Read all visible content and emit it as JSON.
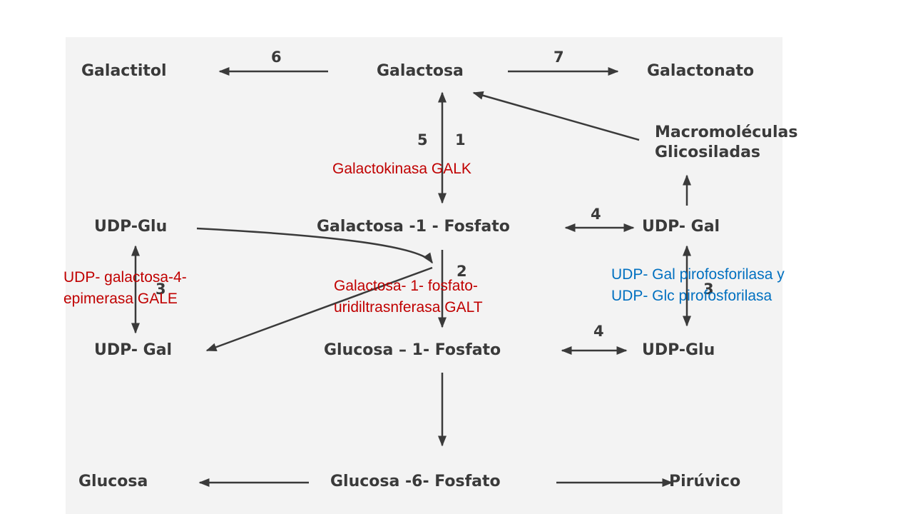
{
  "nodes": {
    "galactitol": "Galactitol",
    "galactosa": "Galactosa",
    "galactonato": "Galactonato",
    "macromoleculas_line1": "Macromoléculas",
    "macromoleculas_line2": "Glicosiladas",
    "udp_glu_left": "UDP-Glu",
    "galactosa_1_fosfato": "Galactosa -1 - Fosfato",
    "udp_gal_right": "UDP- Gal",
    "udp_gal_left": "UDP- Gal",
    "glucosa_1_fosfato": "Glucosa – 1- Fosfato",
    "udp_glu_right": "UDP-Glu",
    "glucosa": "Glucosa",
    "glucosa_6_fosfato": "Glucosa -6- Fosfato",
    "piruvico": "Pirúvico"
  },
  "step_numbers": {
    "n6": "6",
    "n7": "7",
    "n5": "5",
    "n1": "1",
    "n4_top": "4",
    "n3_left": "3",
    "n2": "2",
    "n3_right": "3",
    "n4_bottom": "4"
  },
  "annotations": {
    "galk": "Galactokinasa GALK",
    "gale_line1": "UDP- galactosa-4-",
    "gale_line2": "epimerasa GALE",
    "galt_line1": "Galactosa- 1- fosfato-",
    "galt_line2": "uridiltrasnferasa GALT",
    "pirofos_line1": "UDP- Gal pirofosforilasa y",
    "pirofos_line2": "UDP- Glc pirofosforilasa"
  },
  "colors": {
    "diagram_text": "#3a3a3a",
    "arrow": "#3a3a3a",
    "annotation_red": "#c00000",
    "annotation_blue": "#0070c0",
    "panel_background": "#f3f3f3"
  }
}
